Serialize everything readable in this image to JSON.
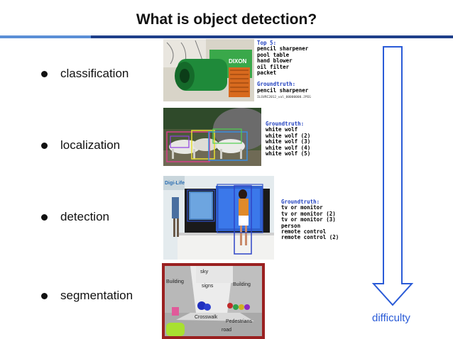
{
  "title": "What is object detection?",
  "colors": {
    "accent_light": "#5b8fd6",
    "accent_dark": "#1e3f8a",
    "label_blue": "#1f3fbf",
    "difficulty_blue": "#2a5bd7"
  },
  "bullets": [
    {
      "label": "classification"
    },
    {
      "label": "localization"
    },
    {
      "label": "detection"
    },
    {
      "label": "segmentation"
    }
  ],
  "panel1": {
    "top_header": "Top 5:",
    "top_items": [
      "pencil sharpener",
      "pool table",
      "hand blower",
      "oil filter",
      "packet"
    ],
    "gt_header": "Groundtruth:",
    "gt_items": [
      "pencil sharpener"
    ],
    "small_id": "ILSVRC2012_val_00000000.JPEG",
    "photo_text": "DIXON"
  },
  "panel2": {
    "gt_header": "Groundtruth:",
    "gt_items": [
      "white wolf",
      "white wolf (2)",
      "white wolf (3)",
      "white wolf (4)",
      "white wolf (5)"
    ]
  },
  "panel3": {
    "gt_header": "Groundtruth:",
    "gt_items": [
      "tv or monitor",
      "tv or monitor (2)",
      "tv or monitor (3)",
      "person",
      "remote control",
      "remote control (2)"
    ],
    "sign_text": "Digi-Life"
  },
  "panel4": {
    "labels": [
      "sky",
      "Building",
      "signs",
      "Building",
      "Crosswalk",
      "Pedestrians",
      "road"
    ]
  },
  "arrow": {
    "label": "difficulty"
  }
}
